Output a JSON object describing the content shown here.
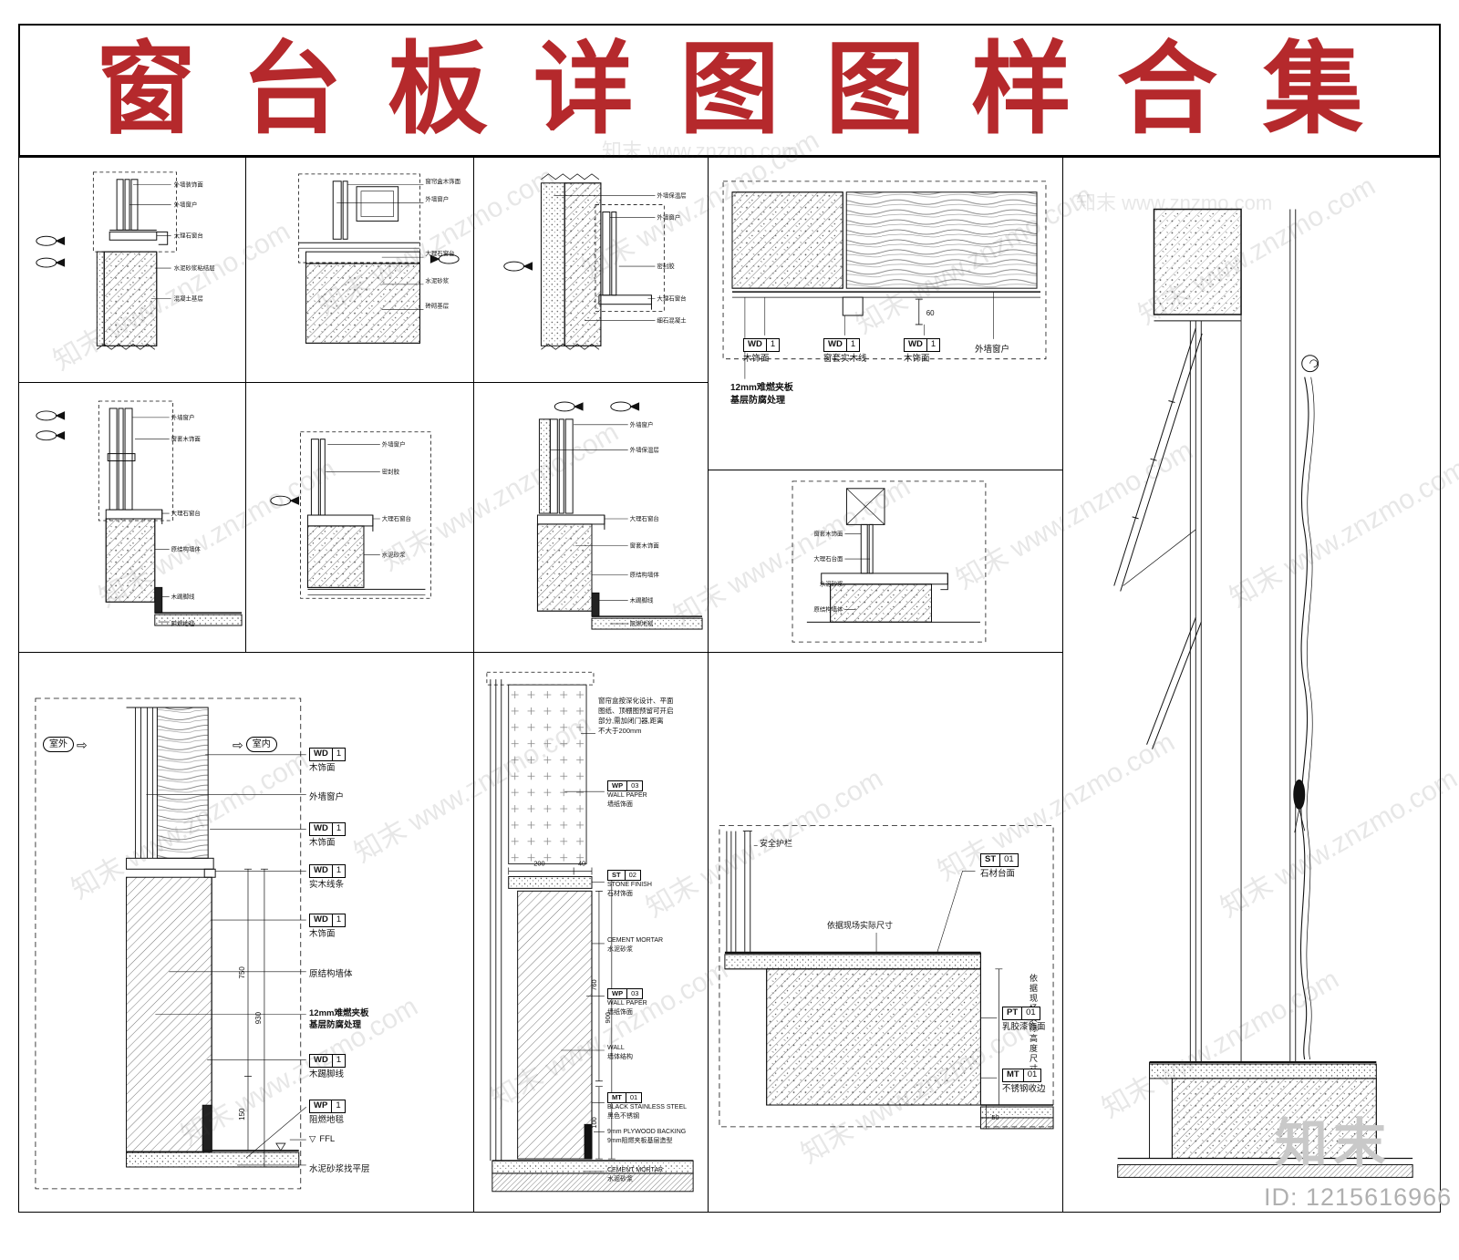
{
  "page": {
    "title": "窗台板详图图样合集",
    "brand": "知末",
    "id_label": "ID: 1215616966",
    "watermark": "知末 www.znzmo.com"
  },
  "colors": {
    "title_red": "#b5292c",
    "line_black": "#111111",
    "brand_gray": "#c9c9c9"
  },
  "panel_a1": {
    "labels": [
      "外墙装饰面",
      "外墙窗户",
      "大理石窗台",
      "水泥砂浆粘结层",
      "混凝土基层"
    ]
  },
  "panel_a2": {
    "labels": [
      "窗帘盒木饰面",
      "外墙窗户",
      "大理石窗台",
      "水泥砂浆",
      "砖砌基层"
    ]
  },
  "panel_a3": {
    "labels": [
      "外墙保温层",
      "外墙窗户",
      "密封胶",
      "大理石窗台",
      "细石混凝土"
    ]
  },
  "panel_b1": {
    "labels": [
      "外墙窗户",
      "窗套木饰面",
      "大理石窗台",
      "原结构墙体",
      "木踢脚线",
      "阻燃地毯"
    ]
  },
  "panel_b2": {
    "labels": [
      "外墙窗户",
      "密封胶",
      "大理石窗台",
      "水泥砂浆"
    ]
  },
  "panel_b3": {
    "labels": [
      "外墙窗户",
      "外墙保温层",
      "大理石窗台",
      "窗套木饰面",
      "原结构墙体",
      "木踢脚线",
      "阻燃地毯"
    ]
  },
  "panel_c": {
    "tags": [
      {
        "code": "WD",
        "num": "1",
        "label": "木饰面"
      },
      {
        "code": "WD",
        "num": "1",
        "label": "窗套实木线"
      },
      {
        "code": "WD",
        "num": "1",
        "label": "木饰面"
      }
    ],
    "window": "外墙窗户",
    "dim_60": "60",
    "note_1": "12mm难燃夹板",
    "note_2": "基层防腐处理"
  },
  "panel_d": {
    "labels": [
      "窗套木饰面",
      "大理石台面",
      "水泥砂浆",
      "原结构墙体"
    ]
  },
  "panel_e": {
    "outdoor": "室外",
    "indoor": "室内",
    "arrow": "⇨",
    "tag_wd": {
      "code": "WD",
      "num": "1"
    },
    "tag_wp": {
      "code": "WP",
      "num": "1"
    },
    "labels": {
      "veneer": "木饰面",
      "window": "外墙窗户",
      "trim": "实木线条",
      "wall": "原结构墙体",
      "ply1": "12mm难燃夹板",
      "ply2": "基层防腐处理",
      "skirting": "木踢脚线",
      "carpet": "阻燃地毯",
      "ffl": "FFL",
      "ffl_mark": "▽",
      "leveling": "水泥砂浆找平层"
    },
    "dims": {
      "d1": "750",
      "d2": "930",
      "d3": "150"
    }
  },
  "panel_f": {
    "note": [
      "窗帘盒按深化设计、平面",
      "图纸、顶棚图预留可开启",
      "部分,需加闭门器,距离",
      "不大于200mm"
    ],
    "tags": [
      {
        "code": "WP",
        "num": "03",
        "en": "WALL PAPER",
        "cn": "墙纸饰面"
      },
      {
        "code": "ST",
        "num": "02",
        "en": "STONE FINISH",
        "cn": "石材饰面"
      },
      {
        "code": "",
        "num": "",
        "en": "CEMENT MORTAR",
        "cn": "水泥砂浆"
      },
      {
        "code": "WP",
        "num": "03",
        "en": "WALL PAPER",
        "cn": "墙纸饰面"
      },
      {
        "code": "",
        "num": "",
        "en": "WALL",
        "cn": "墙体结构"
      },
      {
        "code": "MT",
        "num": "01",
        "en": "BLACK STAINLESS STEEL",
        "cn": "黑色不锈钢"
      },
      {
        "code": "",
        "num": "",
        "en": "9mm PLYWOOD BACKING",
        "cn": "9mm阻燃夹板基层造型"
      },
      {
        "code": "",
        "num": "",
        "en": "CEMENT MORTAR",
        "cn": "水泥砂浆"
      }
    ],
    "dims": {
      "d200": "200",
      "d40": "40",
      "d760": "760",
      "d900": "900",
      "d100": "100"
    }
  },
  "panel_g": {
    "railing": "安全护栏",
    "tag_st": {
      "code": "ST",
      "num": "01",
      "label": "石材台面"
    },
    "note_site": "依据现场实际尺寸",
    "note_height": "依据现场实际高度尺寸",
    "tag_pt": {
      "code": "PT",
      "num": "01",
      "label": "乳胶漆饰面"
    },
    "tag_mt": {
      "code": "MT",
      "num": "01",
      "label": "不锈钢收边"
    },
    "dim_50": "50"
  }
}
